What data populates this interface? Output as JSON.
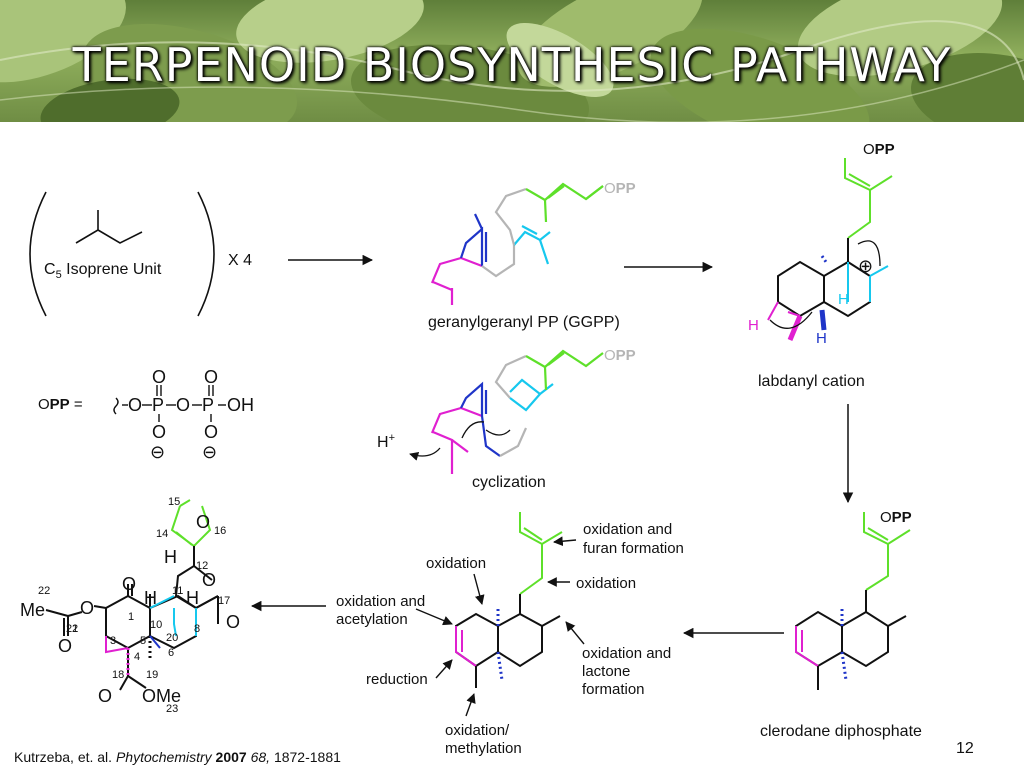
{
  "slide": {
    "title": "TERPENOID BIOSYNTHESIC PATHWAY",
    "page_number": "12",
    "citation": {
      "authors": "Kutrzeba, et. al.",
      "journal": "Phytochemistry",
      "year": "2007",
      "volume": "68,",
      "pages": "1872-1881"
    }
  },
  "labels": {
    "c5_prefix": "C",
    "c5_sub": "5",
    "c5_suffix": " Isoprene Unit",
    "times_four": "X 4",
    "opp_o": "O",
    "opp_pp": "PP",
    "opp_equals": " =",
    "ggpp": "geranylgeranyl PP (GGPP)",
    "labdanyl": "labdanyl cation",
    "cyclization": "cyclization",
    "h_plus": "H",
    "plus_sup": "+",
    "clerodane": "clerodane diphosphate",
    "oxidation_top": "oxidation",
    "oxidation_furan_1": "oxidation and",
    "oxidation_furan_2": "furan formation",
    "oxidation_right": "oxidation",
    "ox_acet_1": "oxidation and",
    "ox_acet_2": "acetylation",
    "ox_lact_1": "oxidation and",
    "ox_lact_2": "lactone",
    "ox_lact_3": "formation",
    "reduction": "reduction",
    "ox_meth_1": "oxidation/",
    "ox_meth_2": "methylation",
    "opp_o_letter": "O",
    "p_letter": "P",
    "oh_label": "OH",
    "minus": "⊖",
    "plus_circle": "⊕",
    "h_atom": "H",
    "me_label": "Me",
    "ome_label": "OMe"
  },
  "numbering": [
    "15",
    "16",
    "14",
    "12",
    "11",
    "17",
    "10",
    "1",
    "20",
    "8",
    "2",
    "3",
    "5",
    "6",
    "4",
    "18",
    "19",
    "21",
    "22",
    "23"
  ],
  "colors": {
    "magenta": "#e020d0",
    "blue": "#1f35c8",
    "cyan": "#16c8ee",
    "green": "#5ee02a",
    "grey": "#b5b5b5",
    "black": "#111111"
  }
}
